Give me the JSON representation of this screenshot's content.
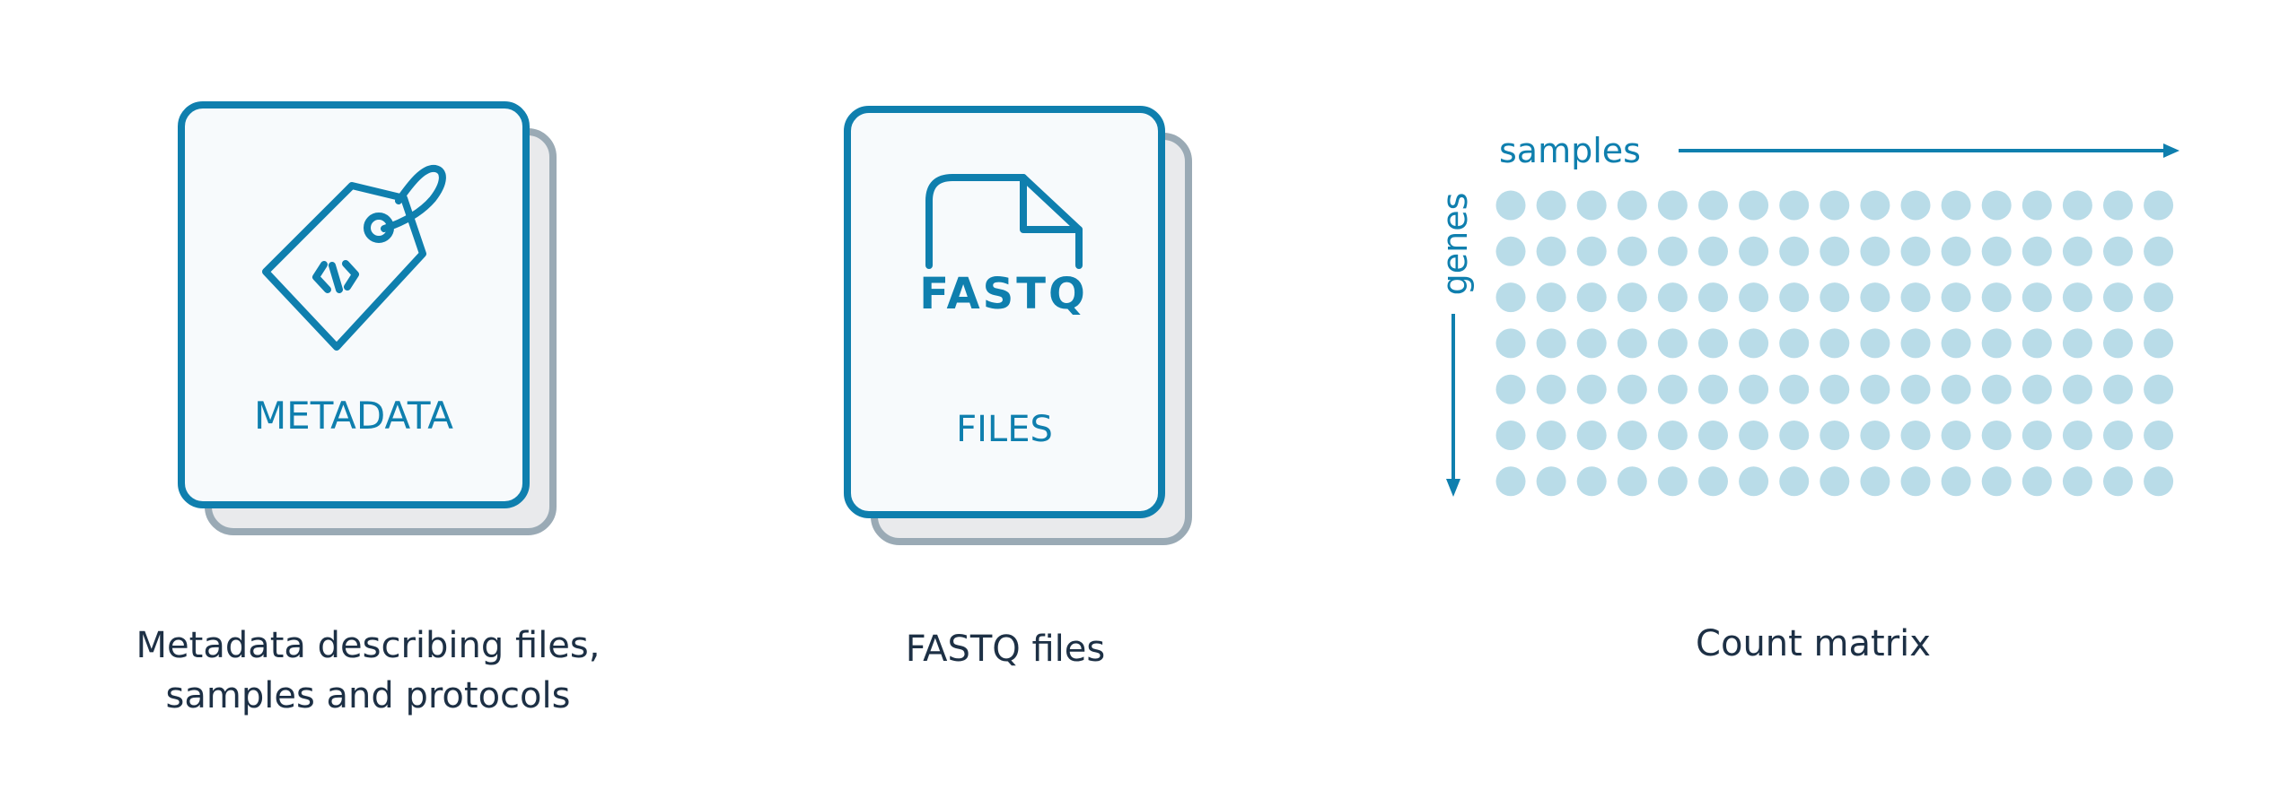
{
  "colors": {
    "accent": "#0f7fae",
    "back_card_fill": "#e9eaec",
    "back_card_stroke": "#9aaab5",
    "front_card_fill": "#f7fafc",
    "dot": "#b9dce8",
    "caption_text": "#1d3045"
  },
  "metadata_card": {
    "icon": "tag-icon",
    "label": "METADATA",
    "caption_line1": "Metadata describing files,",
    "caption_line2": "samples and protocols"
  },
  "fastq_card": {
    "icon": "file-icon",
    "badge": "FASTQ",
    "label": "FILES",
    "caption": "FASTQ files"
  },
  "count_matrix": {
    "samples_label": "samples",
    "genes_label": "genes",
    "rows": 7,
    "columns": 17,
    "caption": "Count matrix"
  }
}
